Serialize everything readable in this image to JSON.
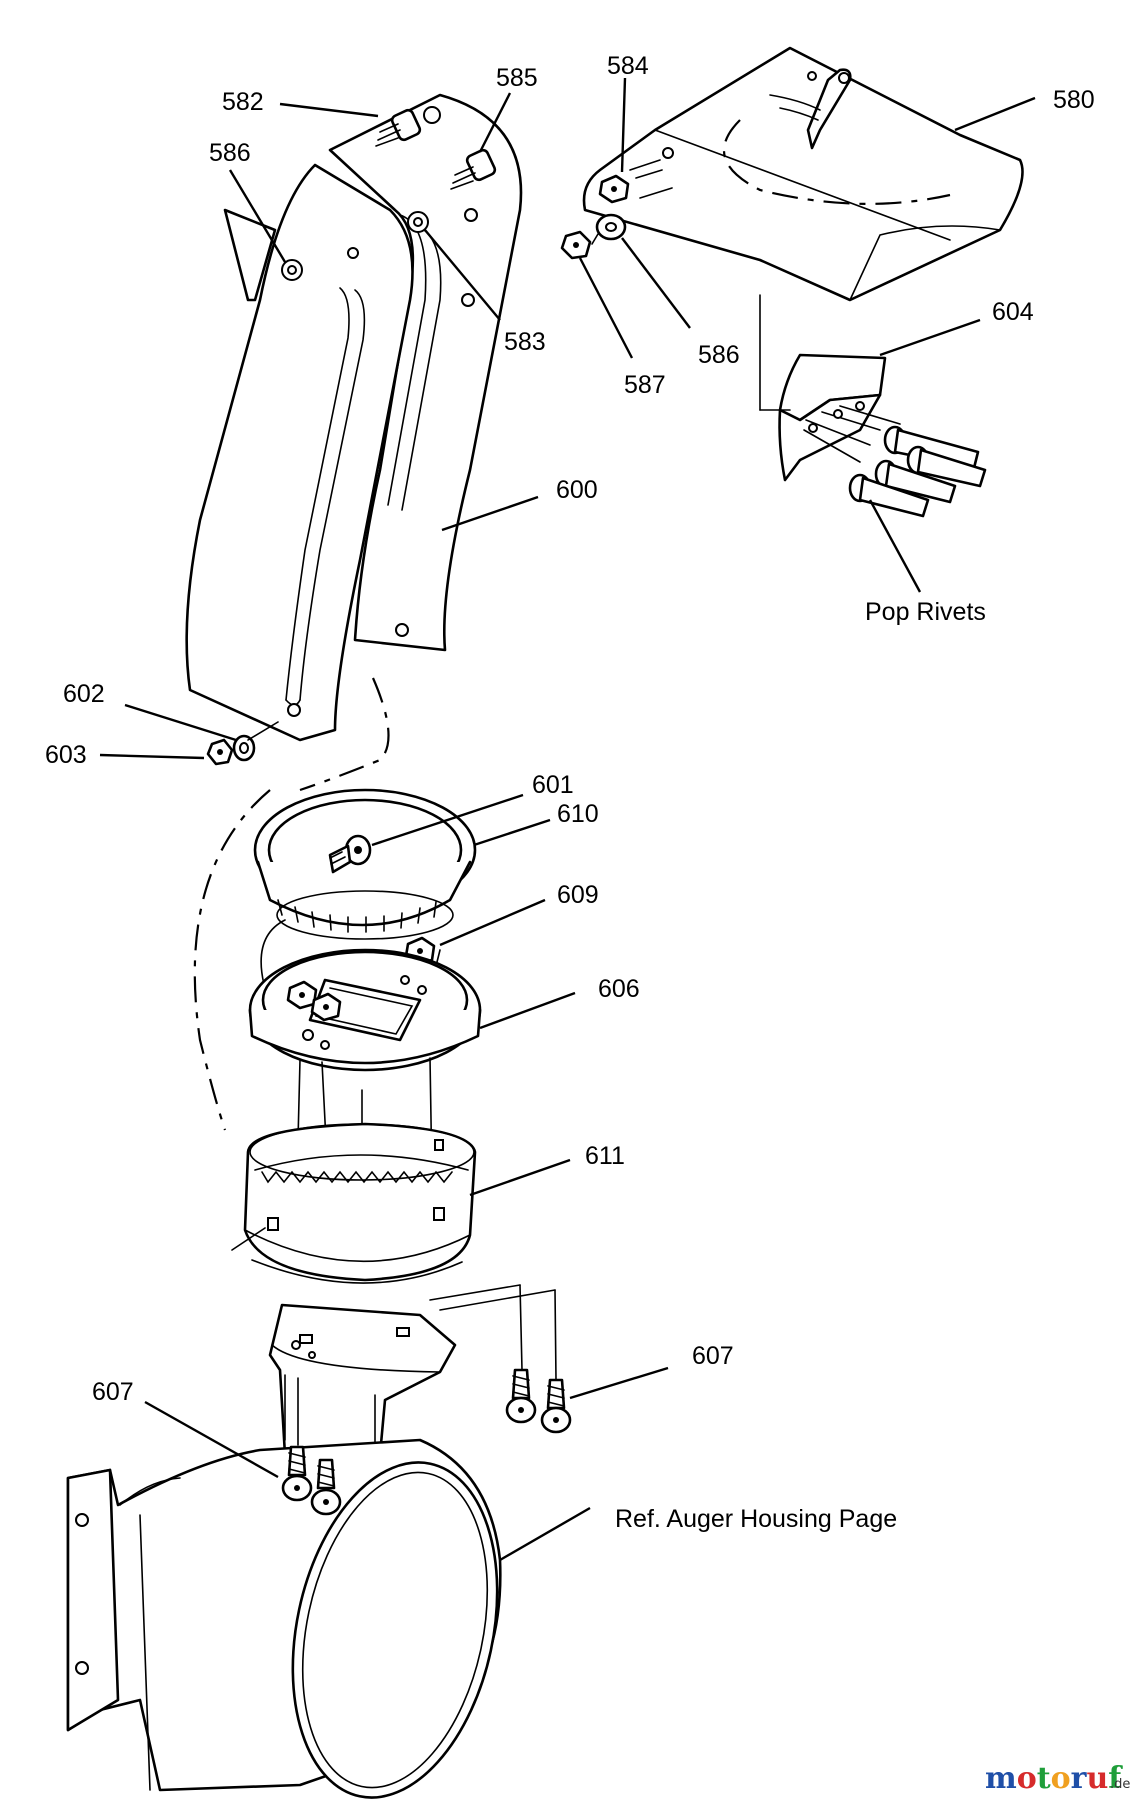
{
  "callouts": {
    "c582": "582",
    "c585": "585",
    "c584": "584",
    "c580": "580",
    "c586a": "586",
    "c583": "583",
    "c586b": "586",
    "c587": "587",
    "c604": "604",
    "c600": "600",
    "c602": "602",
    "c603": "603",
    "c601": "601",
    "c610": "610",
    "c609": "609",
    "c606": "606",
    "c611": "611",
    "c607a": "607",
    "c607b": "607"
  },
  "notes": {
    "pop_rivets": "Pop Rivets",
    "ref_auger": "Ref. Auger Housing Page"
  },
  "watermark": {
    "brand": "motoruf",
    "suffix": ".de",
    "colors": [
      "#1f4fa8",
      "#d62b2b",
      "#1f9e3a",
      "#f0a020",
      "#1f4fa8",
      "#d62b2b",
      "#1f9e3a"
    ]
  }
}
